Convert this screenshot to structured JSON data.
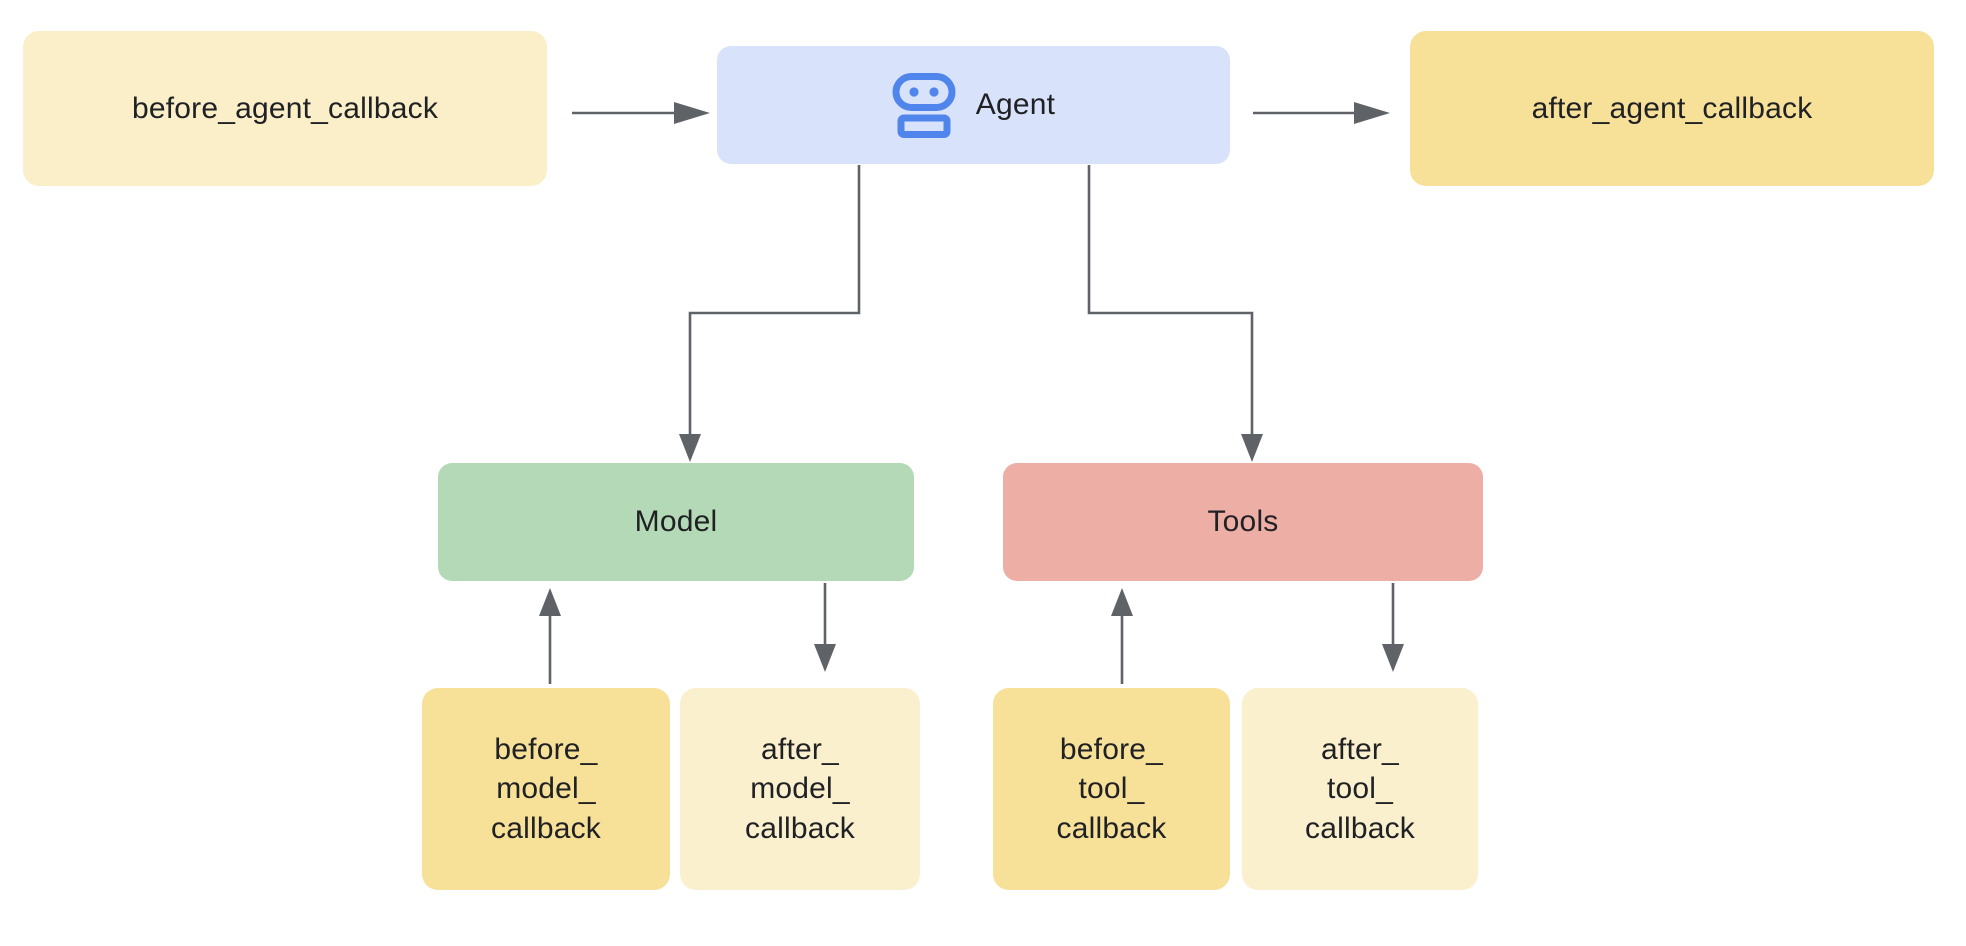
{
  "colors": {
    "connector": "#5F6368",
    "text": "#202124",
    "agent_icon_blue": "#5086EC",
    "agent_bg": "#D8E3FB",
    "model_bg": "#B4D9B6",
    "tools_bg": "#EDAEA6",
    "light_yellow": "#FAEFC8",
    "lighter_yellow": "#FAF0CE",
    "dark_yellow": "#F7E098"
  },
  "diagram": {
    "nodes": {
      "before_agent": {
        "label": "before_agent_callback",
        "bg": "#FAEFC8"
      },
      "agent": {
        "label": "Agent",
        "bg": "#D8E3FB",
        "icon": "robot-icon"
      },
      "after_agent": {
        "label": "after_agent_callback",
        "bg": "#F7E098"
      },
      "model": {
        "label": "Model",
        "bg": "#B4D9B6"
      },
      "tools": {
        "label": "Tools",
        "bg": "#EDAEA6"
      },
      "before_model": {
        "label": "before_\nmodel_\ncallback",
        "bg": "#F7E098"
      },
      "after_model": {
        "label": "after_\nmodel_\ncallback",
        "bg": "#FAF0CE"
      },
      "before_tool": {
        "label": "before_\ntool_\ncallback",
        "bg": "#F7E098"
      },
      "after_tool": {
        "label": "after_\ntool_\ncallback",
        "bg": "#FAF0CE"
      }
    },
    "edges": [
      {
        "from": "before_agent",
        "to": "agent"
      },
      {
        "from": "agent",
        "to": "after_agent"
      },
      {
        "from": "agent",
        "to": "model"
      },
      {
        "from": "agent",
        "to": "tools"
      },
      {
        "from": "before_model",
        "to": "model"
      },
      {
        "from": "model",
        "to": "after_model"
      },
      {
        "from": "before_tool",
        "to": "tools"
      },
      {
        "from": "tools",
        "to": "after_tool"
      }
    ]
  }
}
